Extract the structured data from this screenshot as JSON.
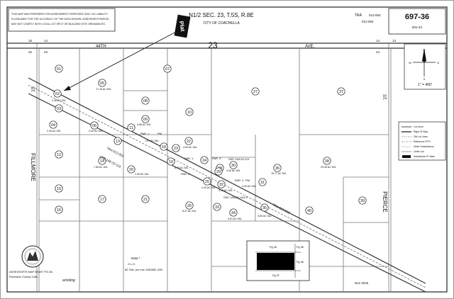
{
  "disclaimer": [
    "THIS MAP WAS PREPARED FOR ASSESSMENT PURPOSES ONLY. NO LIABILITY",
    "IS ASSUMED FOR THE ACCURACY OF THE DATA SHOWN. ASSESSOR'S PARCEL",
    "MAY NOT COMPLY WITH LOCAL LOT SPLIT OR BUILDING SITE ORDINANCES."
  ],
  "header": {
    "section": "N1/2 SEC. 23, T.5S, R.8E",
    "city": "CITY OF COACHELLA",
    "tra_label": "TRA",
    "tra_1": "012-063",
    "tra_2": "012-064",
    "book_page": "697-36",
    "ref": "601-43"
  },
  "callout": "Plat",
  "streets": {
    "ave_44": "44TH",
    "ave_suffix": "AVE.",
    "fillmore": "FILLMORE",
    "st_left": "ST.",
    "pierce": "PIERCE",
    "st_right": "ST."
  },
  "section_numbers": {
    "center": "23",
    "tl_a": "15",
    "tl_b": "14",
    "tr_a": "14",
    "tr_b": "13",
    "bl_a": "22",
    "bl_b": "23",
    "br_a": "24"
  },
  "parcels": [
    {
      "id": "01"
    },
    {
      "id": "02",
      "acres": "2.48 AC M/L"
    },
    {
      "id": "03"
    },
    {
      "id": "04",
      "acres": "2.28 AC M/L"
    },
    {
      "id": "05",
      "acres": "17.15 AC M/L"
    },
    {
      "id": "06",
      "acres": "4.40 AC M/L"
    },
    {
      "id": "07"
    },
    {
      "id": "08"
    },
    {
      "id": "09",
      "acres": "4.85 AC M/L"
    },
    {
      "id": "10"
    },
    {
      "id": "11"
    },
    {
      "id": "12"
    },
    {
      "id": "13"
    },
    {
      "id": "14",
      "acres": "7.56 AC M/L"
    },
    {
      "id": "15"
    },
    {
      "id": "16"
    },
    {
      "id": "17"
    },
    {
      "id": "18",
      "acres": "1.97 AC M/L"
    },
    {
      "id": "19",
      "acres": "6.40 AC M/L"
    },
    {
      "id": "20",
      "acres": "2.95 AC M/L"
    },
    {
      "id": "21"
    },
    {
      "id": "22",
      "acres": "4.00 AC M/L"
    },
    {
      "id": "23"
    },
    {
      "id": "24"
    },
    {
      "id": "25",
      "acres": "0.40 AC M/L"
    },
    {
      "id": "26",
      "acres": "8.37 AC M/L"
    },
    {
      "id": "27"
    },
    {
      "id": "28"
    },
    {
      "id": "29"
    },
    {
      "id": "30",
      "acres": "4.00 AC M/L"
    },
    {
      "id": "31",
      "acres": "3.40 AC M/L"
    },
    {
      "id": "32",
      "acres": "3.10 AC M/L"
    },
    {
      "id": "33"
    },
    {
      "id": "34",
      "acres": "3.81 AC M/L"
    },
    {
      "id": "35",
      "acres": "3.50 AC M/L"
    },
    {
      "id": "36",
      "acres": "15.77 AC M/L"
    },
    {
      "id": "37"
    },
    {
      "id": "38",
      "acres": "29.45 AC M/L"
    },
    {
      "id": "39"
    },
    {
      "id": "40"
    }
  ],
  "map_labels": {
    "par1": "PAR. 1",
    "par2": "PAR. 2",
    "par3": "PAR. 3",
    "par4": "PAR. 4",
    "pm1": "PM",
    "pm2": "PM",
    "sse_1": "SSE 148-33-114",
    "sse_2": "SSE 148-33-114",
    "sse_3": "SSE 148-33-14A-5",
    "tra_diag_1": "TRA 012-063",
    "tra_diag_2": "TRA 012-063"
  },
  "legend": {
    "items": [
      "Lot Lines",
      "Right Of Way",
      "Old Lot Lines",
      "Reference Pl Pl",
      "Other Subdivisions",
      "Limits Ltd",
      "Subdivision Pr Mem"
    ]
  },
  "north_arrow": {
    "n": "N",
    "s": "S",
    "e": "E",
    "w": "W",
    "scale": "1\" = 400'"
  },
  "data_box": {
    "title": "Data *",
    "line1": "G.L.O.",
    "line2": "80' Rds. per Inst. #002882 4/59"
  },
  "index_map": {
    "tl": "Pg 28",
    "tr": "Pg 36",
    "r": "Pg 36",
    "b": "Pg 37"
  },
  "footer": {
    "line1": "ASSESSOR'S MAP BK697 PG.36",
    "line2": "Riverside County Calif.",
    "signature": "arrioling",
    "date": "Nov 2015"
  }
}
